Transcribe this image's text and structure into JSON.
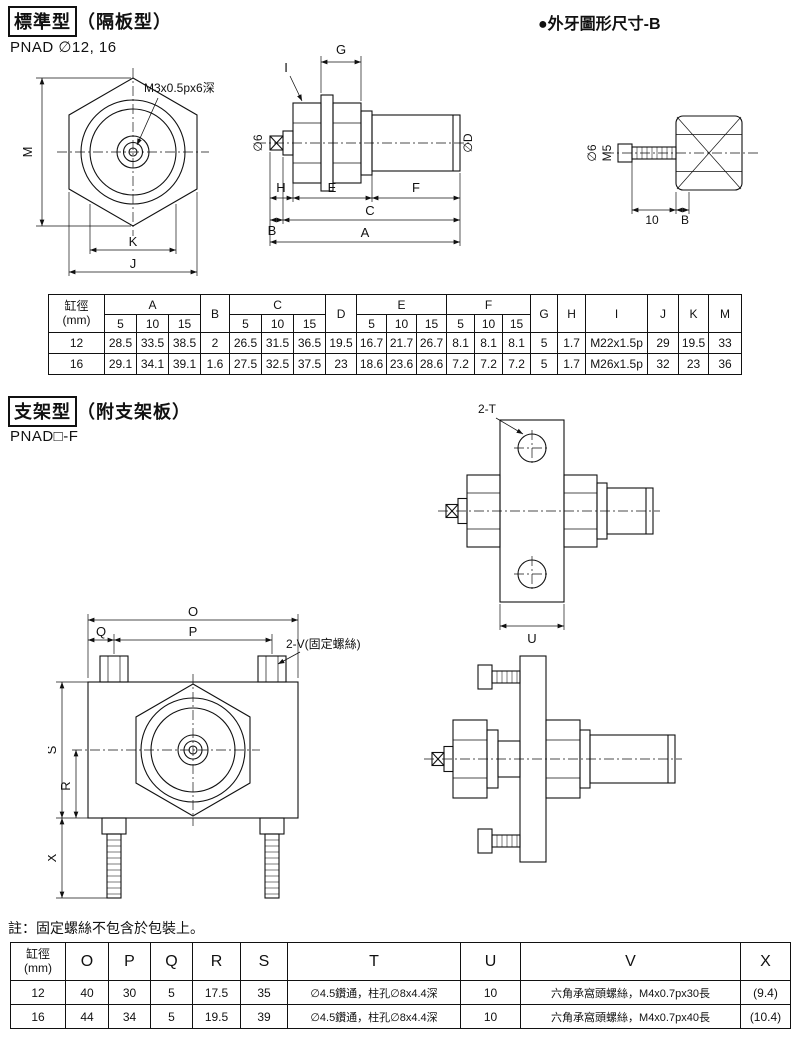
{
  "section1": {
    "title": "標準型",
    "title_suffix": "（隔板型）",
    "model": "PNAD ∅12, 16",
    "thread_section_title": "●外牙圖形尺寸-B"
  },
  "front_view": {
    "thread_label": "M3x0.5px6深",
    "dim_m": "M",
    "dim_k": "K",
    "dim_j": "J"
  },
  "side_view": {
    "dim_g": "G",
    "dim_i": "I",
    "dim_d6": "∅6",
    "dim_dD": "∅D",
    "dim_h": "H",
    "dim_e": "E",
    "dim_f": "F",
    "dim_b": "B",
    "dim_c": "C",
    "dim_a": "A"
  },
  "thread_view": {
    "dim_d6": "∅6",
    "dim_m5": "M5",
    "dim_10": "10",
    "dim_b": "B"
  },
  "table1": {
    "corner": [
      "缸徑",
      "(mm)"
    ],
    "groups": [
      "A",
      "B",
      "C",
      "D",
      "E",
      "F",
      "G",
      "H",
      "I",
      "J",
      "K",
      "M"
    ],
    "subcols": [
      "5",
      "10",
      "15"
    ],
    "rows": [
      {
        "bore": "12",
        "values": [
          "28.5",
          "33.5",
          "38.5",
          "2",
          "26.5",
          "31.5",
          "36.5",
          "19.5",
          "16.7",
          "21.7",
          "26.7",
          "8.1",
          "8.1",
          "8.1",
          "5",
          "1.7",
          "M22x1.5p",
          "29",
          "19.5",
          "33"
        ]
      },
      {
        "bore": "16",
        "values": [
          "29.1",
          "34.1",
          "39.1",
          "1.6",
          "27.5",
          "32.5",
          "37.5",
          "23",
          "18.6",
          "23.6",
          "28.6",
          "7.2",
          "7.2",
          "7.2",
          "5",
          "1.7",
          "M26x1.5p",
          "32",
          "23",
          "36"
        ]
      }
    ]
  },
  "section2": {
    "title": "支架型",
    "title_suffix": "（附支架板）",
    "model": "PNAD□-F",
    "note": "註：固定螺絲不包含於包裝上。"
  },
  "bracket_front_view": {
    "label_2t": "2-T",
    "dim_u": "U"
  },
  "bracket_plan_view": {
    "dim_o": "O",
    "dim_q": "Q",
    "dim_p": "P",
    "label_2v": "2-V(固定螺絲)",
    "dim_s": "S",
    "dim_r": "R",
    "dim_x": "X"
  },
  "table2": {
    "corner": [
      "缸徑",
      "(mm)"
    ],
    "headers": [
      "O",
      "P",
      "Q",
      "R",
      "S",
      "T",
      "U",
      "V",
      "X"
    ],
    "rows": [
      {
        "bore": "12",
        "values": [
          "40",
          "30",
          "5",
          "17.5",
          "35",
          "∅4.5鑽通，柱孔∅8x4.4深",
          "10",
          "六角承窩頭螺絲，M4x0.7px30長",
          "(9.4)"
        ]
      },
      {
        "bore": "16",
        "values": [
          "44",
          "34",
          "5",
          "19.5",
          "39",
          "∅4.5鑽通，柱孔∅8x4.4深",
          "10",
          "六角承窩頭螺絲，M4x0.7px40長",
          "(10.4)"
        ]
      }
    ]
  },
  "colors": {
    "line": "#1a1a1a",
    "background": "#ffffff"
  }
}
